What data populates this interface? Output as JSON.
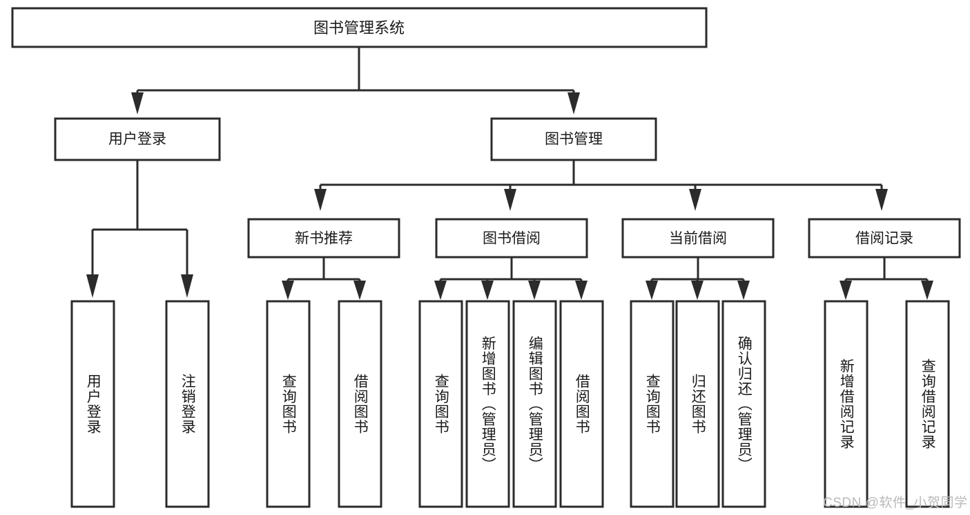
{
  "diagram": {
    "title": "图书管理系统",
    "type": "tree",
    "watermark": "CSDN @软件_小贺同学",
    "colors": {
      "background": "#ffffff",
      "box_fill": "#ffffff",
      "box_stroke": "#2b2b2b",
      "text": "#1a1a1a",
      "watermark": "#b9b9b9"
    },
    "levels": {
      "root": {
        "label": "图书管理系统"
      },
      "level2": [
        {
          "label": "用户登录"
        },
        {
          "label": "图书管理"
        }
      ],
      "level3": [
        {
          "label": "新书推荐"
        },
        {
          "label": "图书借阅"
        },
        {
          "label": "当前借阅"
        },
        {
          "label": "借阅记录"
        }
      ],
      "leaves": {
        "user_login": [
          {
            "label": "用户登录"
          },
          {
            "label": "注销登录"
          }
        ],
        "new_book_recommend": [
          {
            "label": "查询图书"
          },
          {
            "label": "借阅图书"
          }
        ],
        "book_borrow": [
          {
            "label": "查询图书"
          },
          {
            "label": "新增图书（管理员）"
          },
          {
            "label": "编辑图书（管理员）"
          },
          {
            "label": "借阅图书"
          }
        ],
        "current_borrow": [
          {
            "label": "查询图书"
          },
          {
            "label": "归还图书"
          },
          {
            "label": "确认归还（管理员）"
          }
        ],
        "borrow_record": [
          {
            "label": "新增借阅记录"
          },
          {
            "label": "查询借阅记录"
          }
        ]
      }
    }
  }
}
